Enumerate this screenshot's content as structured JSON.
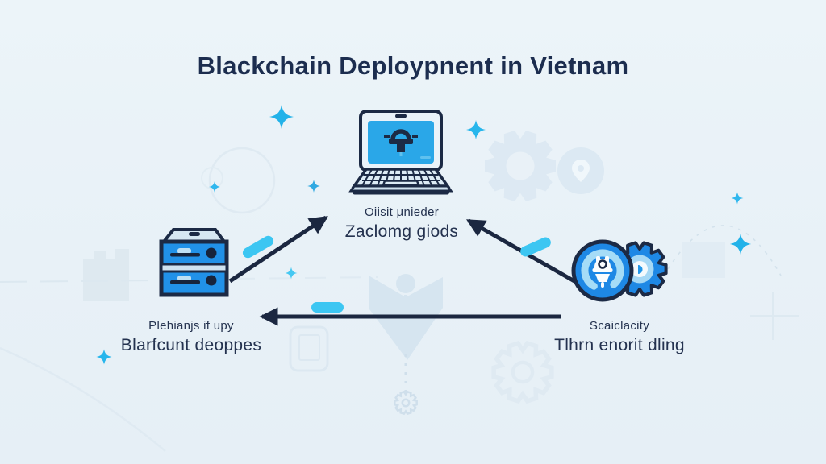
{
  "title": "Blackchain Deploypnent in Vietnam",
  "nodes": {
    "laptop": {
      "icon": "laptop-lock-icon",
      "line1": "Oiisit µnieder",
      "line2": "Zaclomg giods"
    },
    "server": {
      "icon": "server-icon",
      "line1": "Plehianjs if upy",
      "line2": "Blarfcunt deoppes"
    },
    "integration": {
      "icon": "plug-gear-icon",
      "line1": "Scaiclacity",
      "line2": "Tlhrn enorit dling"
    }
  },
  "connections": [
    {
      "from": "server",
      "to": "laptop",
      "style": "solid-arrow",
      "direction": "up-right"
    },
    {
      "from": "integration",
      "to": "laptop",
      "style": "solid-arrow",
      "direction": "up-left"
    },
    {
      "from": "integration",
      "to": "server",
      "style": "solid-arrow",
      "direction": "left"
    }
  ],
  "colors": {
    "background": "#e9f1f7",
    "navy_ink": "#1c2a45",
    "primary_blue": "#1e88e5",
    "screen_blue": "#2aa7e8",
    "accent_cyan": "#3cc6f2",
    "light_blue": "#a5d8f5",
    "watermark": "#dbe8f2"
  }
}
